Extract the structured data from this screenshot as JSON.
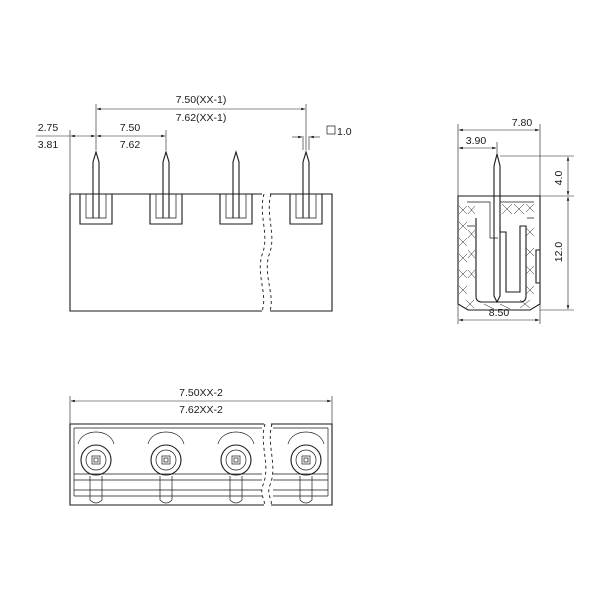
{
  "front_view": {
    "overall_top": "7.50(XX-1)",
    "overall_bottom": "7.62(XX-1)",
    "edge_top": "2.75",
    "edge_bottom": "3.81",
    "pitch_top": "7.50",
    "pitch_bottom": "7.62",
    "pin_square": "1.0"
  },
  "side_view": {
    "width_top": "7.80",
    "pin_offset": "3.90",
    "pin_height": "4.0",
    "body_height": "12.0",
    "base_width": "8.50"
  },
  "top_view": {
    "overall_top": "7.50XX-2",
    "overall_bottom": "7.62XX-2"
  }
}
